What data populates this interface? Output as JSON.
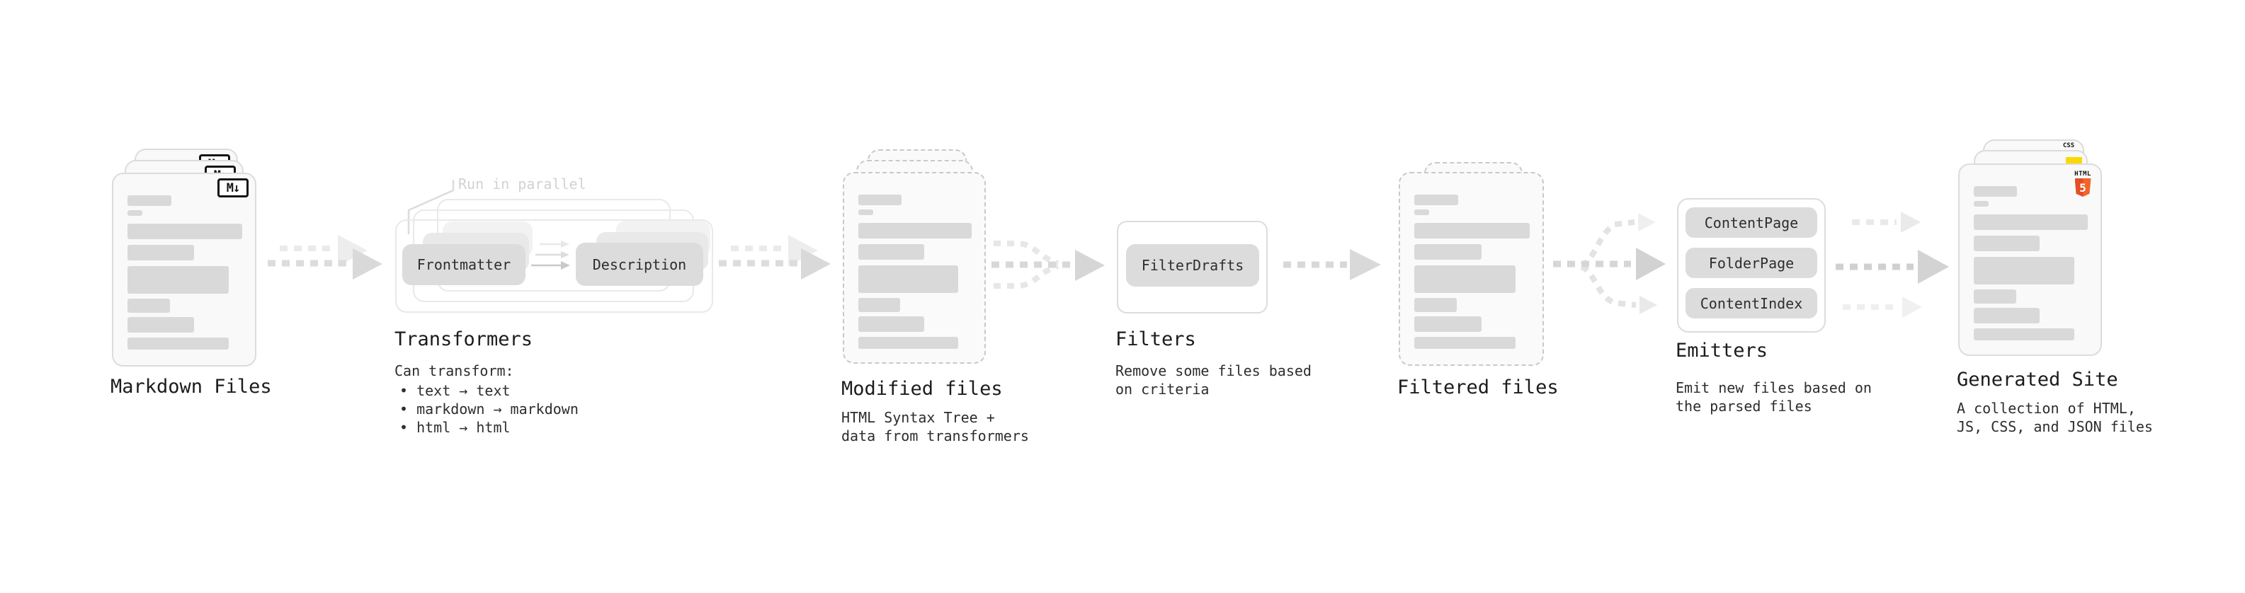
{
  "markdown": {
    "label": "Markdown Files",
    "icon": "M↓"
  },
  "transformers": {
    "label": "Transformers",
    "annotation": "Run in parallel",
    "pill_left": "Frontmatter",
    "pill_right": "Description",
    "sub": "Can transform:",
    "bullets": [
      "• text → text",
      "• markdown → markdown",
      "• html → html"
    ]
  },
  "modified": {
    "label": "Modified files",
    "sub1": "HTML Syntax Tree +",
    "sub2": "data from transformers"
  },
  "filters": {
    "label": "Filters",
    "pill": "FilterDrafts",
    "sub1": "Remove some files based",
    "sub2": "on criteria"
  },
  "filtered": {
    "label": "Filtered files"
  },
  "emitters": {
    "label": "Emitters",
    "pills": [
      "ContentPage",
      "FolderPage",
      "ContentIndex"
    ],
    "sub1": "Emit new files based on",
    "sub2": "the parsed files"
  },
  "generated": {
    "label": "Generated Site",
    "sub1": "A collection of HTML,",
    "sub2": "JS, CSS, and JSON files",
    "css_badge": "CSS",
    "html_badge": "HTML",
    "html_number": "5"
  },
  "skeleton": {
    "rows": [
      {
        "w": "38%",
        "h": 15,
        "mt": 0
      },
      {
        "w": "13%",
        "h": 8,
        "mt": 6
      },
      {
        "w": "100%",
        "h": 22,
        "mt": 11
      },
      {
        "w": "58%",
        "h": 22,
        "mt": 8
      },
      {
        "w": "88%",
        "h": 39,
        "mt": 8
      },
      {
        "w": "37%",
        "h": 20,
        "mt": 7
      },
      {
        "w": "58%",
        "h": 22,
        "mt": 6
      },
      {
        "w": "88%",
        "h": 17,
        "mt": 7
      }
    ]
  },
  "colors": {
    "js_yellow": "#fbd802",
    "css_blue": "#2e6be5",
    "html_orange_dark": "#e44d26",
    "html_orange_light": "#f16529",
    "skeleton_gray": "#d9d9d9",
    "pill_gray": "#dcdcdc",
    "arrow_gray": "#d9d9d9"
  }
}
